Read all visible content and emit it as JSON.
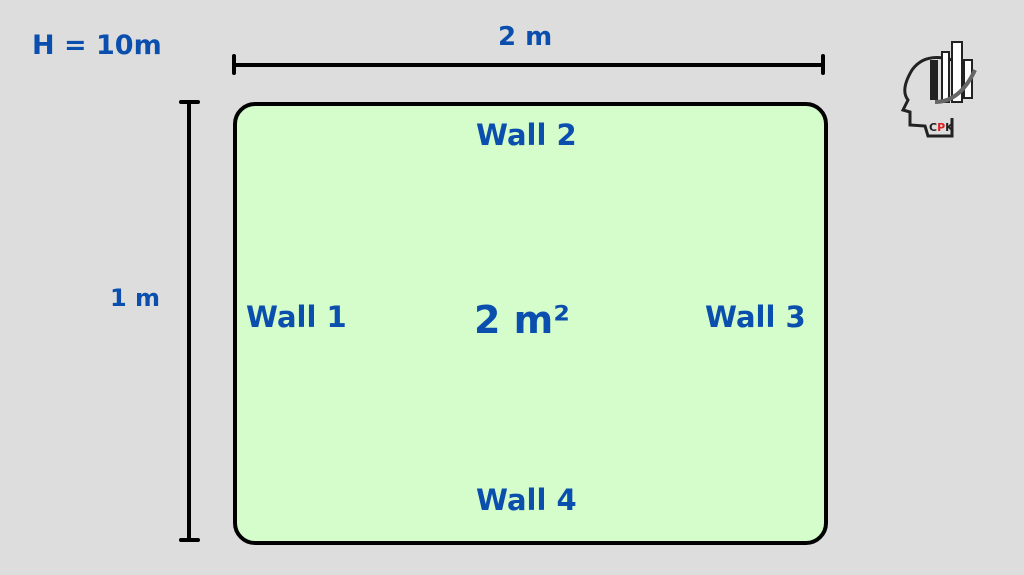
{
  "height_label": "H = 10m",
  "width_label": "2 m",
  "depth_label": "1 m",
  "area_label": "2 m²",
  "walls": [
    "Wall 1",
    "Wall 2",
    "Wall 3",
    "Wall 4"
  ],
  "logo": {
    "text": "CPK"
  },
  "colors": {
    "text": "#0b4fae",
    "fill": "#d5fdcc",
    "background": "#dddddd",
    "logo_accent": "#e02020"
  }
}
